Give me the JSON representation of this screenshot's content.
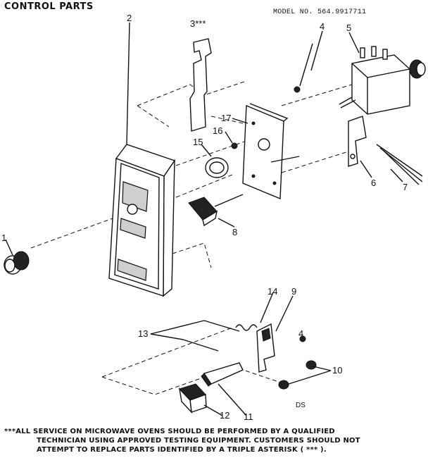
{
  "title": "CONTROL PARTS",
  "model": "MODEL NO. 564.9917711",
  "footer": {
    "line1": "***ALL SERVICE ON MICROWAVE OVENS SHOULD BE PERFORMED BY A QUALIFIED",
    "line2": "TECHNICIAN USING APPROVED TESTING EQUIPMENT. CUSTOMERS SHOULD NOT",
    "line3": "ATTEMPT TO REPLACE PARTS IDENTIFIED BY A TRIPLE ASTERISK ( *** )."
  },
  "callouts": {
    "c1": "1",
    "c2": "2",
    "c3": "3***",
    "c4a": "4",
    "c4b": "4",
    "c5": "5",
    "c6": "6",
    "c7": "7",
    "c8": "8",
    "c9": "9",
    "c10": "10",
    "c11": "11",
    "c12": "12",
    "c13": "13",
    "c14": "14",
    "c15": "15",
    "c16": "16",
    "c17": "17"
  },
  "code": "DS"
}
